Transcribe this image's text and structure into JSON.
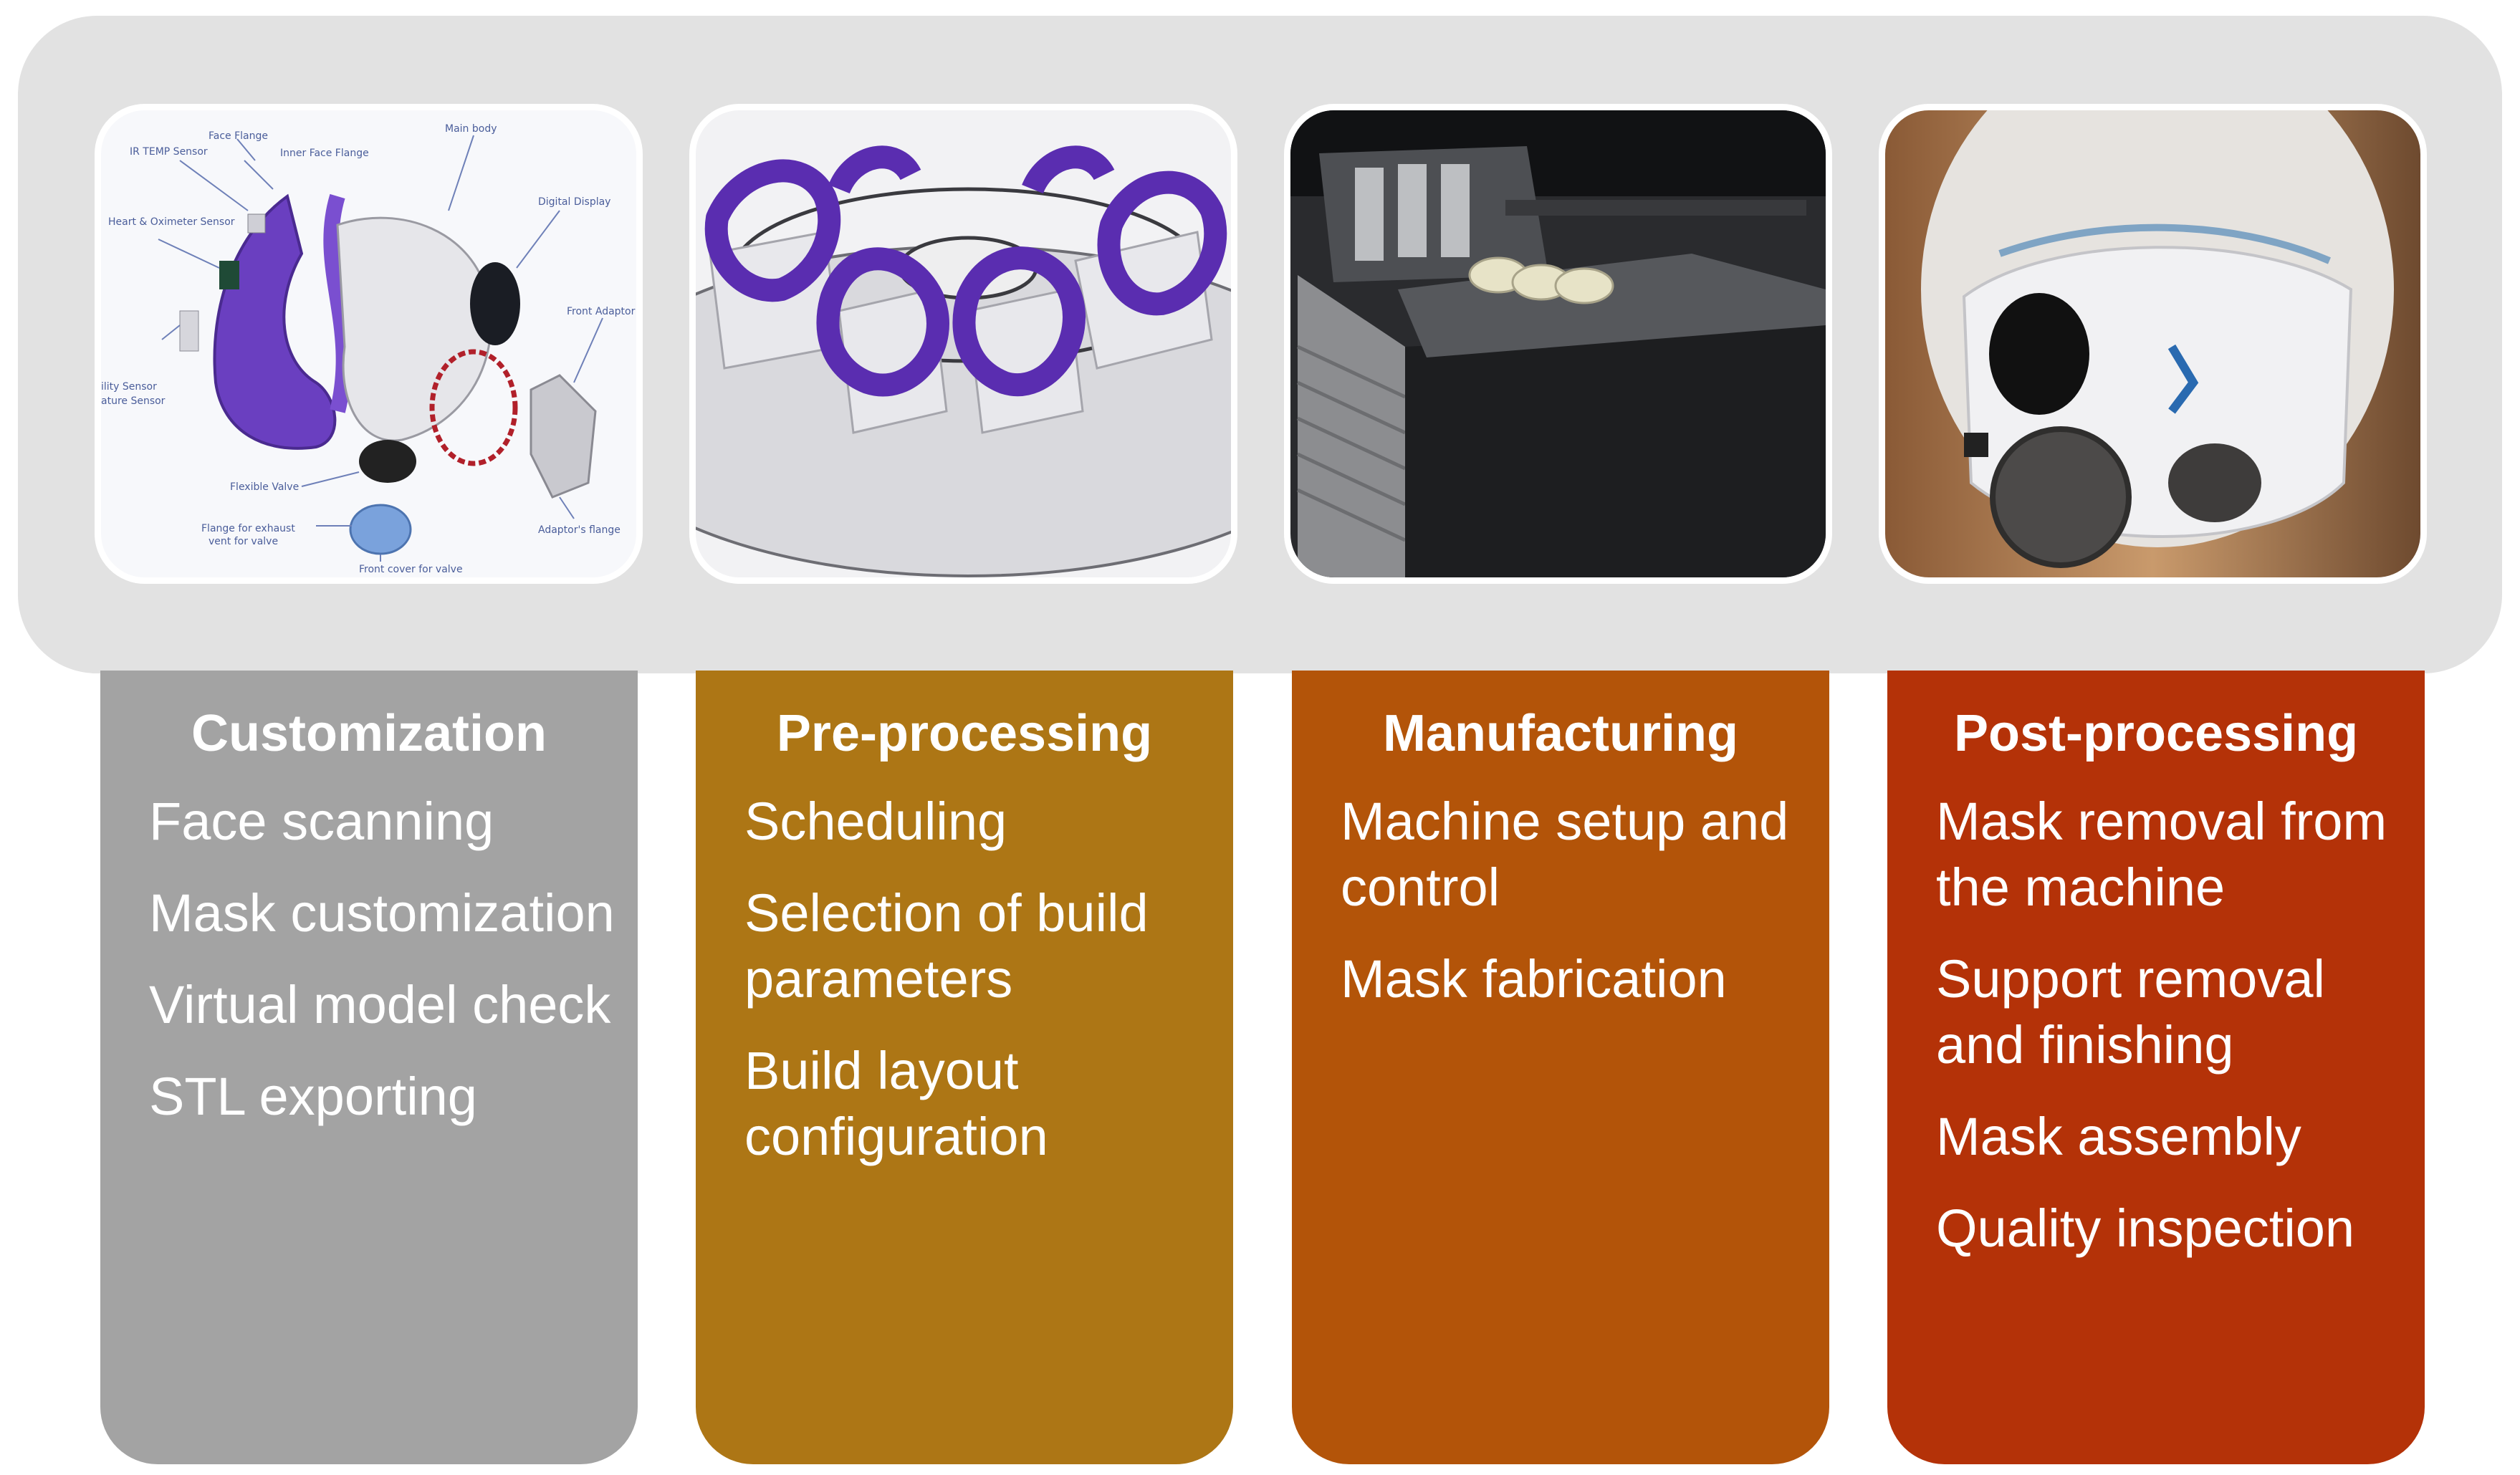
{
  "stages": [
    {
      "title": "Customization",
      "color": "#a3a3a3",
      "items": [
        "Face scanning",
        "Mask customization",
        "Virtual model check",
        "STL exporting"
      ],
      "photo_labels": [
        "Face Flange",
        "Main body",
        "IR TEMP Sensor",
        "Inner Face Flange",
        "Heart & Oximeter Sensor",
        "Digital Display",
        "Front Adaptor",
        "ility Sensor",
        "ature Sensor",
        "Flexible Valve",
        "Adaptor's flange",
        "Flange for exhaust",
        "vent for valve",
        "Front cover for valve"
      ]
    },
    {
      "title": "Pre-processing",
      "color": "#ad7615",
      "items": [
        "Scheduling",
        "Selection of build parameters",
        "Build layout configuration"
      ]
    },
    {
      "title": "Manufacturing",
      "color": "#b35409",
      "items": [
        "Machine setup and control",
        "Mask fabrication"
      ]
    },
    {
      "title": "Post-processing",
      "color": "#b43208",
      "items": [
        "Mask removal from the machine",
        "Support removal and finishing",
        "Mask assembly",
        "Quality inspection"
      ]
    }
  ]
}
